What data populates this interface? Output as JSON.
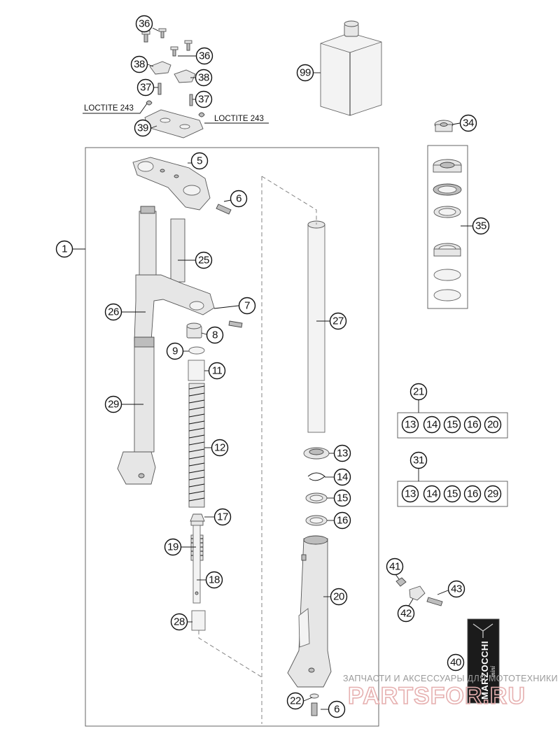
{
  "callouts": {
    "c36a": "36",
    "c36b": "36",
    "c38a": "38",
    "c38b": "38",
    "c37a": "37",
    "c37b": "37",
    "c39": "39",
    "c99": "99",
    "c34": "34",
    "c5": "5",
    "c6a": "6",
    "c35": "35",
    "c1": "1",
    "c25": "25",
    "c26": "26",
    "c7": "7",
    "c8": "8",
    "c9": "9",
    "c11": "11",
    "c27": "27",
    "c29": "29",
    "c12": "12",
    "c13": "13",
    "c14": "14",
    "c15": "15",
    "c16": "16",
    "c17": "17",
    "c19": "19",
    "c18": "18",
    "c20": "20",
    "c28": "28",
    "c21": "21",
    "c31": "31",
    "c41": "41",
    "c42": "42",
    "c43": "43",
    "c40": "40",
    "c22": "22",
    "c6b": "6"
  },
  "kit21": [
    "13",
    "14",
    "15",
    "16",
    "20"
  ],
  "kit31": [
    "13",
    "14",
    "15",
    "16",
    "29"
  ],
  "annotations": {
    "loctite_left": "LOCTITE 243",
    "loctite_right": "LOCTITE 243"
  },
  "brand": {
    "name": "MARZOCCHI",
    "sub": "mini"
  },
  "watermark": {
    "line1": "ЗАПЧАСТИ И АКСЕССУАРЫ ДЛЯ МОТОТЕХНИКИ",
    "line2": "PARTSFOR.RU"
  },
  "colors": {
    "ink": "#111111",
    "part_fill": "#e6e6e6",
    "watermark_text": "#9a9a9a",
    "watermark_logo": "#e6b0b0"
  }
}
